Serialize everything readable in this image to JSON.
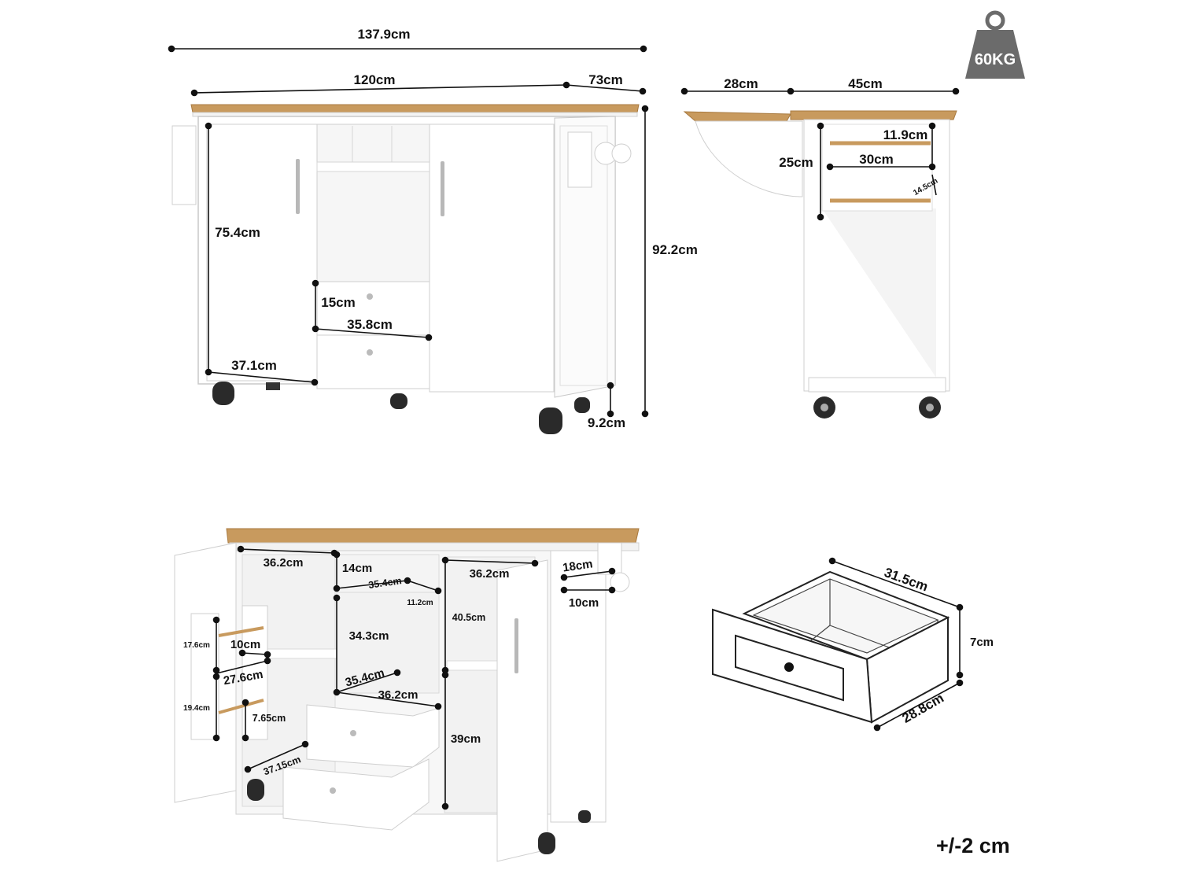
{
  "weight_badge": {
    "label": "60KG",
    "icon": "weight-icon",
    "color": "#6b6b6b"
  },
  "tolerance": "+/-2 cm",
  "colors": {
    "wood": "#c89a5e",
    "cabinet": "#ffffff",
    "outline": "#c8c8c8",
    "dim_line": "#111111"
  },
  "front_view": {
    "overall_width": "137.9cm",
    "top_width": "120cm",
    "depth": "73cm",
    "total_height": "92.2cm",
    "door_height": "75.4cm",
    "door_width": "37.1cm",
    "drawer_height": "15cm",
    "drawer_width": "35.8cm",
    "wheel_height": "9.2cm"
  },
  "side_view": {
    "drop_leaf": "28cm",
    "body_depth": "45cm",
    "leaf_drop": "25cm",
    "rack_height": "11.9cm",
    "rack_width": "30cm",
    "rack_depth": "14.5cm"
  },
  "open_view": {
    "left_compartment_width": "36.2cm",
    "cubby_height": "14cm",
    "cubby_width": "35.4cm",
    "cubby_divider": "11.2cm",
    "right_compartment_width": "36.2cm",
    "towel_bar_length": "18cm",
    "towel_bar_depth": "10cm",
    "door_shelf_top_height": "17.6cm",
    "door_shelf_depth": "10cm",
    "door_shelf_width": "27.6cm",
    "door_shelf_bottom_height": "19.4cm",
    "door_shelf_rail": "7.65cm",
    "left_door_width": "37.15cm",
    "middle_height": "34.3cm",
    "middle_depth": "35.4cm",
    "middle_width": "36.2cm",
    "right_upper_height": "40.5cm",
    "right_lower_height": "39cm"
  },
  "drawer_detail": {
    "width": "31.5cm",
    "height": "7cm",
    "depth": "28.8cm"
  }
}
